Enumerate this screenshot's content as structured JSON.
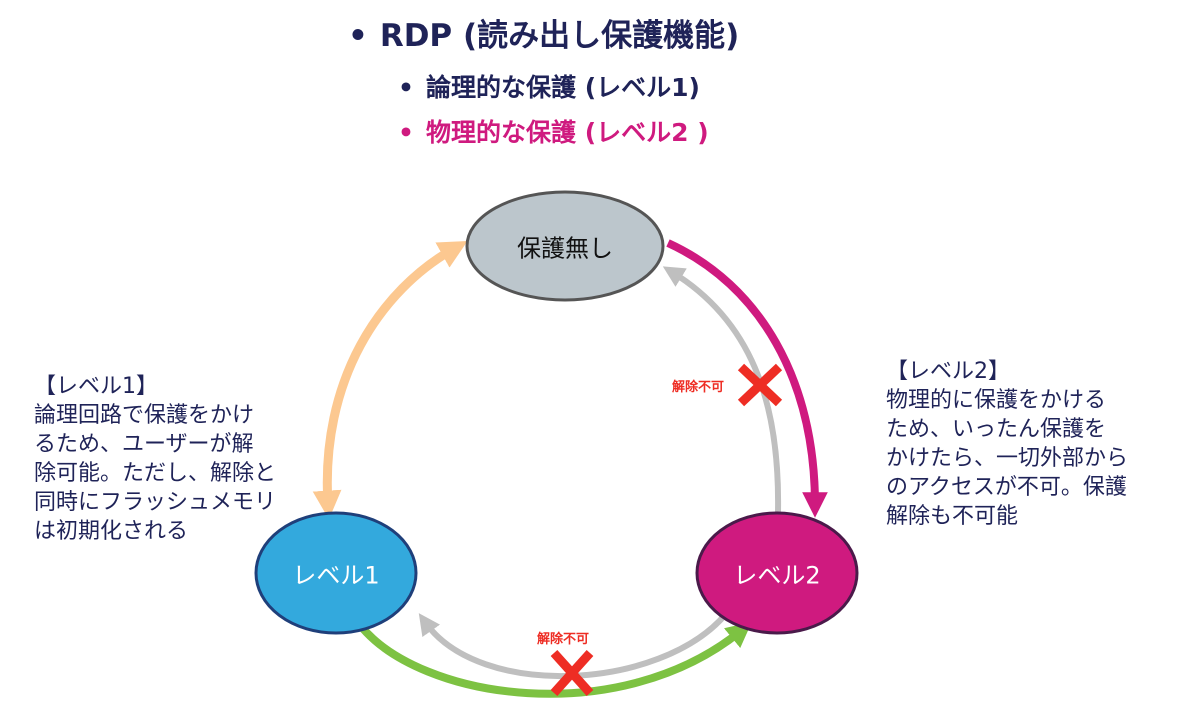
{
  "title": {
    "main": "RDP (読み出し保護機能)",
    "sub1": "論理的な保護 (レベル1)",
    "sub2": "物理的な保護 (レベル2 )",
    "bullet": "•"
  },
  "nodes": {
    "none": {
      "label": "保護無し",
      "fill": "#bcc6cc",
      "stroke": "#555555"
    },
    "level1": {
      "label": "レベル1",
      "fill": "#33a9dd",
      "stroke": "#1f3f7a"
    },
    "level2": {
      "label": "レベル2",
      "fill": "#cf1a7f",
      "stroke": "#4a1a4a"
    }
  },
  "descriptions": {
    "level1": "【レベル1】\n論理回路で保護をかけ\nるため、ユーザーが解\n除可能。ただし、解除と\n同時にフラッシュメモリ\nは初期化される",
    "level2": "【レベル2】\n物理的に保護をかける\nため、いったん保護を\nかけたら、一切外部から\nのアクセスが不可。保護\n解除も不可能"
  },
  "transitions": [
    {
      "from": "none",
      "to": "level1",
      "bidirectional": true,
      "color": "#fcc890",
      "blocked": false
    },
    {
      "from": "none",
      "to": "level2",
      "bidirectional": false,
      "color": "#cf1a7f",
      "blocked": false
    },
    {
      "from": "level2",
      "to": "none",
      "bidirectional": false,
      "color": "#bfbfbf",
      "blocked": true
    },
    {
      "from": "level1",
      "to": "level2",
      "bidirectional": false,
      "color": "#7dc242",
      "blocked": false
    },
    {
      "from": "level2",
      "to": "level1",
      "bidirectional": false,
      "color": "#bfbfbf",
      "blocked": true
    }
  ],
  "blocked_label": "解除不可",
  "colors": {
    "title_navy": "#1f2358",
    "title_magenta": "#cf1a7f",
    "cross_red": "#ee2d24"
  }
}
